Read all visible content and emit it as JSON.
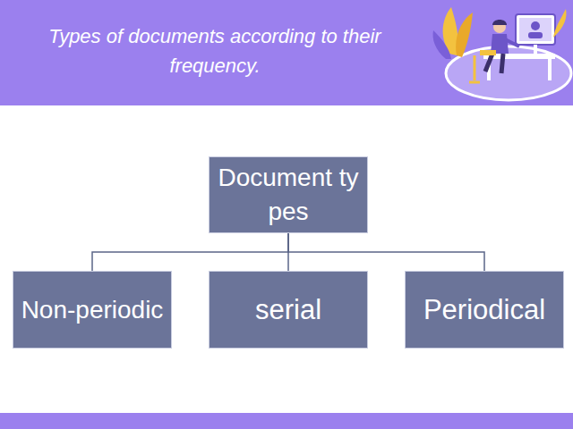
{
  "diagram": {
    "title": "Types of documents according to their frequency.",
    "nodes": [
      {
        "text": [
          "Document types"
        ]
      },
      {
        "text": [
          "Non-periodic"
        ]
      },
      {
        "text": [
          "serial"
        ]
      },
      {
        "text": [
          "Periodical"
        ]
      }
    ],
    "edges": [
      {
        "from": 0,
        "to": 1,
        "arrow": "none"
      },
      {
        "from": 0,
        "to": 2,
        "arrow": "none"
      },
      {
        "from": 0,
        "to": 3,
        "arrow": "none"
      }
    ]
  }
}
